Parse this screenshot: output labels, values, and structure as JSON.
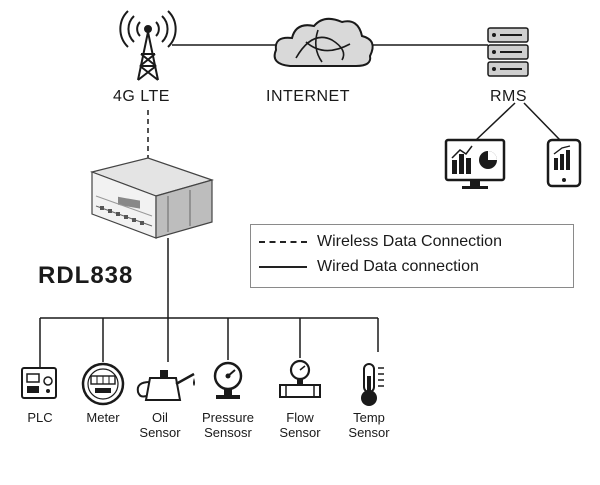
{
  "nodes": {
    "tower": {
      "label": "4G LTE"
    },
    "internet": {
      "label": "INTERNET"
    },
    "rms": {
      "label": "RMS"
    },
    "gateway": {
      "label": "RDL838"
    }
  },
  "legend": {
    "wireless": "Wireless Data Connection",
    "wired": "Wired Data connection"
  },
  "devices": [
    {
      "line1": "PLC",
      "line2": "",
      "icon": "plc-icon"
    },
    {
      "line1": "Meter",
      "line2": "",
      "icon": "meter-icon"
    },
    {
      "line1": "Oil",
      "line2": "Sensor",
      "icon": "oil-can-icon"
    },
    {
      "line1": "Pressure",
      "line2": "Sensosr",
      "icon": "pressure-gauge-icon"
    },
    {
      "line1": "Flow",
      "line2": "Sensor",
      "icon": "flow-meter-icon"
    },
    {
      "line1": "Temp",
      "line2": "Sensor",
      "icon": "thermometer-icon"
    }
  ],
  "colors": {
    "stroke": "#1a1a1a",
    "gray": "#8a8a8a"
  }
}
